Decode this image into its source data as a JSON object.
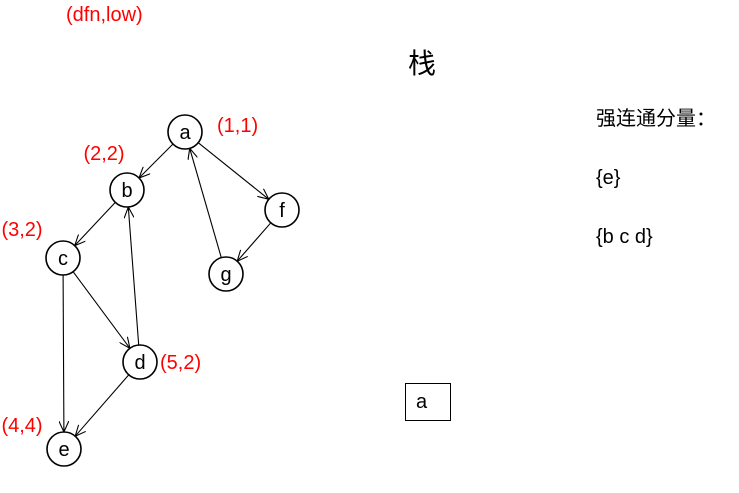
{
  "legend": "(dfn,low)",
  "stack": {
    "title": "栈",
    "items": [
      "a"
    ]
  },
  "scc": {
    "title": "强连通分量：",
    "components": [
      "{e}",
      "{b c d}"
    ]
  },
  "graph": {
    "nodes": [
      {
        "id": "a",
        "label": "a",
        "dfn_low": "(1,1)"
      },
      {
        "id": "b",
        "label": "b",
        "dfn_low": "(2,2)"
      },
      {
        "id": "c",
        "label": "c",
        "dfn_low": "(3,2)"
      },
      {
        "id": "d",
        "label": "d",
        "dfn_low": "(5,2)"
      },
      {
        "id": "e",
        "label": "e",
        "dfn_low": "(4,4)"
      },
      {
        "id": "f",
        "label": "f",
        "dfn_low": ""
      },
      {
        "id": "g",
        "label": "g",
        "dfn_low": ""
      }
    ],
    "edges": [
      {
        "from": "a",
        "to": "b"
      },
      {
        "from": "a",
        "to": "f"
      },
      {
        "from": "f",
        "to": "g"
      },
      {
        "from": "g",
        "to": "a"
      },
      {
        "from": "b",
        "to": "c"
      },
      {
        "from": "c",
        "to": "d"
      },
      {
        "from": "c",
        "to": "e"
      },
      {
        "from": "d",
        "to": "b"
      },
      {
        "from": "d",
        "to": "e"
      }
    ]
  }
}
